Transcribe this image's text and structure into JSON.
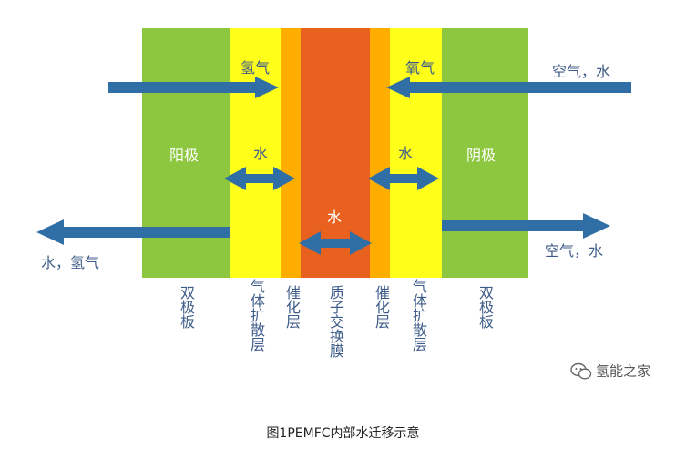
{
  "diagram": {
    "top_labels": {
      "left_hydrogen": "氢气",
      "right_oxygen": "氧气",
      "right_air_water_in": "空气，水",
      "right_air_water_out": "空气，水",
      "left_water_hydrogen_out": "水，氢气",
      "left_water": "水",
      "right_water": "水",
      "center_water": "水"
    },
    "poles": {
      "anode": "阳极",
      "cathode": "阴极"
    },
    "bottom_labels": {
      "bipolar_left": "双极板",
      "gdl_left": "气体扩散层",
      "catalyst_left": "催化层",
      "membrane": "质子交换膜",
      "catalyst_right": "催化层",
      "gdl_right": "气体扩散层",
      "bipolar_right": "双极板"
    },
    "colors": {
      "bipolar_plate": "#8dc73f",
      "gas_diffusion_layer": "#ffff1a",
      "catalyst_layer": "#ffae00",
      "membrane": "#e8611f",
      "arrow": "#2f6fa6",
      "label_text": "#3f5d89"
    }
  },
  "watermark": {
    "icon": "wechat-icon",
    "text": "氢能之家"
  },
  "caption": "图1PEMFC内部水迁移示意"
}
